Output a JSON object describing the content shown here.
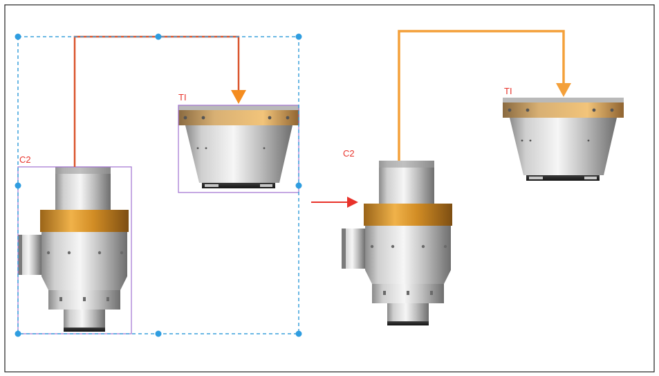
{
  "left_panel": {
    "c2_label": "C2",
    "t1_label": "TI"
  },
  "right_panel": {
    "c2_label": "C2",
    "t1_label": "TI"
  },
  "colors": {
    "connector_left": "#d9532b",
    "connector_right": "#f4a03a",
    "selection_dash": "#3aa0dc",
    "handle": "#2f9de0",
    "bounding_box": "#a070d0",
    "label_text": "#e8322a",
    "transition_arrow": "#e8322a",
    "gold_band": "#d9952c",
    "silver_body": "#c9c9c9"
  }
}
